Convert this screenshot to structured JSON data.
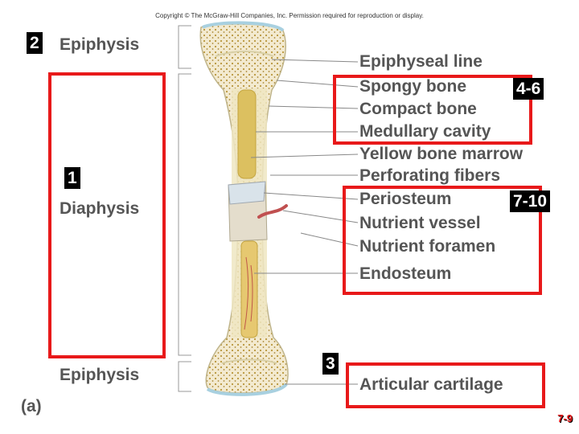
{
  "copyright": "Copyright © The McGraw-Hill Companies, Inc. Permission required for reproduction or display.",
  "left_labels": {
    "epiphysis_top": "Epiphysis",
    "diaphysis": "Diaphysis",
    "epiphysis_bottom": "Epiphysis",
    "panel": "(a)"
  },
  "right_labels": [
    "Epiphyseal line",
    "Spongy bone",
    "Compact bone",
    "Medullary cavity",
    "Yellow bone marrow",
    "Perforating fibers",
    "Periosteum",
    "Nutrient vessel",
    "Nutrient foramen",
    "Endosteum",
    "Articular cartilage"
  ],
  "badges": {
    "epiphysis": "2",
    "diaphysis": "1",
    "group_4_6": "4-6",
    "group_7_10": "7-10",
    "cartilage": "3"
  },
  "slide_number": "7-9",
  "colors": {
    "highlight_box": "#e8191a",
    "label_text": "#555555",
    "bone": "#efe6c2",
    "marrow": "#dcc060"
  }
}
